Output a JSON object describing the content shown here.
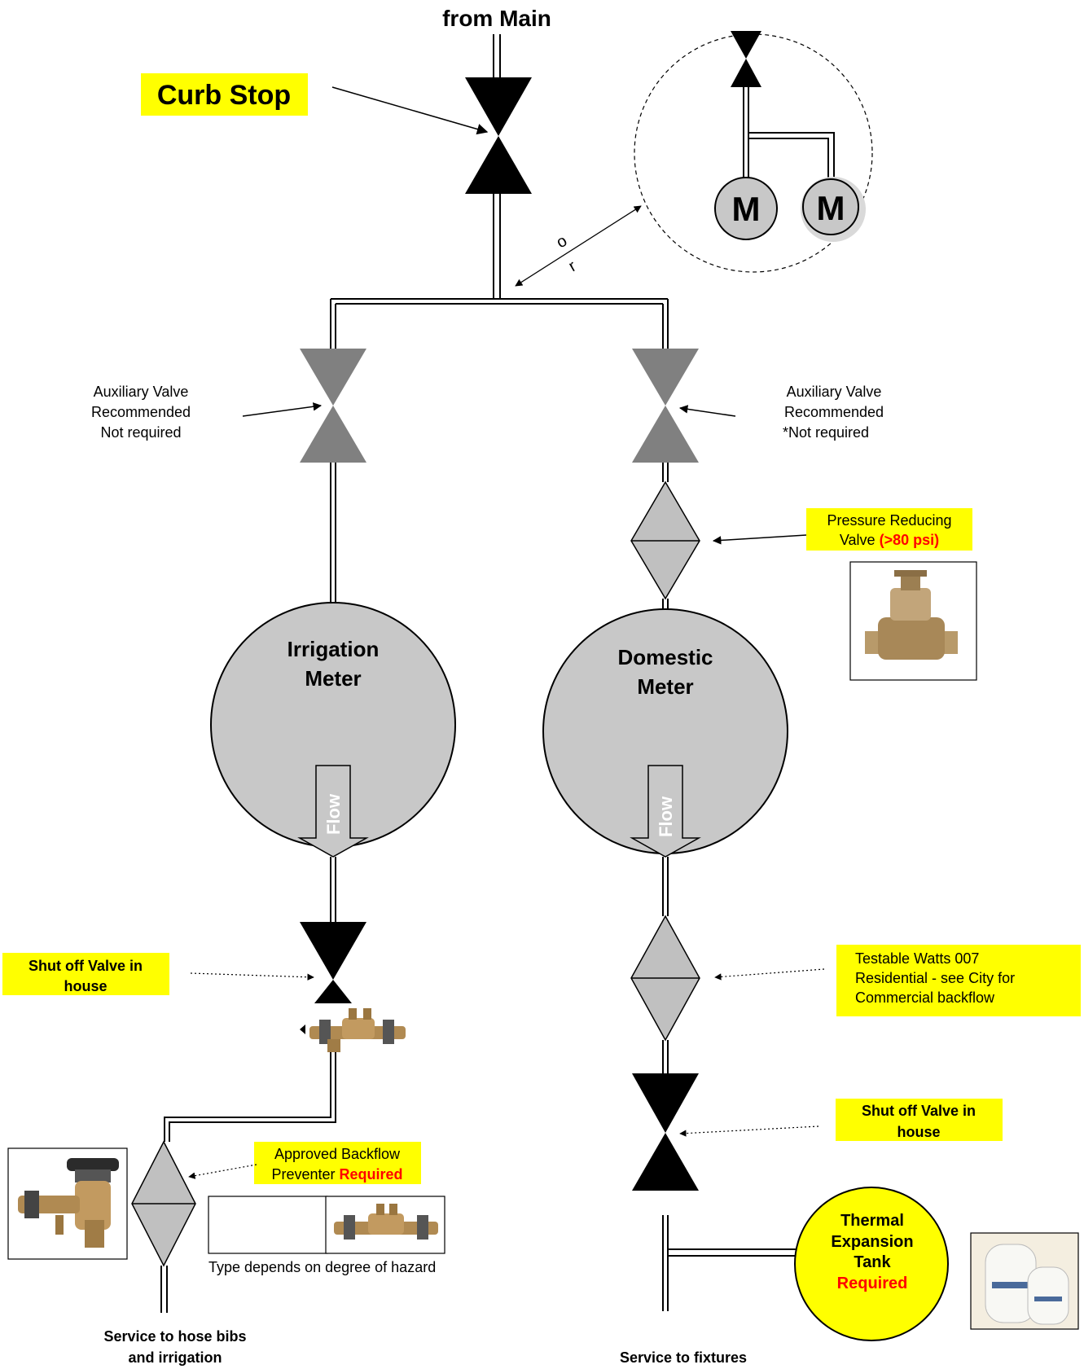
{
  "colors": {
    "highlight": "#ffff00",
    "required_red": "#ff0000",
    "meter_fill": "#c8c8c8",
    "aux_valve_fill": "#808080",
    "device_fill": "#c0c0c0",
    "valve_black": "#000000"
  },
  "top_label": "from Main",
  "curb_stop": "Curb Stop",
  "inset": {
    "meter_left": "M",
    "meter_right": "M",
    "or_o": "o",
    "or_r": "r"
  },
  "aux_left": {
    "line1": "Auxiliary Valve",
    "line2": "Recommended",
    "line3": "Not required"
  },
  "aux_right": {
    "line1": "Auxiliary Valve",
    "line2": "Recommended",
    "line3": "*Not required"
  },
  "prv": {
    "line1": "Pressure Reducing",
    "line2_prefix": "Valve ",
    "line2_red": "(>80 psi)",
    "photo": "pressure-reducing-valve-photo"
  },
  "irrigation_meter": {
    "line1": "Irrigation",
    "line2": "Meter",
    "flow": "Flow"
  },
  "domestic_meter": {
    "line1": "Domestic",
    "line2": "Meter",
    "flow": "Flow"
  },
  "shutoff_left": {
    "line1": "Shut off Valve in",
    "line2": "house"
  },
  "shutoff_right": {
    "line1": "Shut off Valve in",
    "line2": "house"
  },
  "testable": {
    "line1": "Testable Watts 007",
    "line2": "Residential - see City for",
    "line3": "Commercial backflow"
  },
  "backflow": {
    "line1": "Approved Backflow",
    "line2_prefix": "Preventer ",
    "line2_red": "Required",
    "caption": "Type depends on degree of hazard"
  },
  "thermal": {
    "line1": "Thermal",
    "line2": "Expansion",
    "line3": "Tank",
    "line4": "Required"
  },
  "service_left": {
    "line1": "Service to hose bibs",
    "line2": "and irrigation"
  },
  "service_right": "Service to fixtures"
}
